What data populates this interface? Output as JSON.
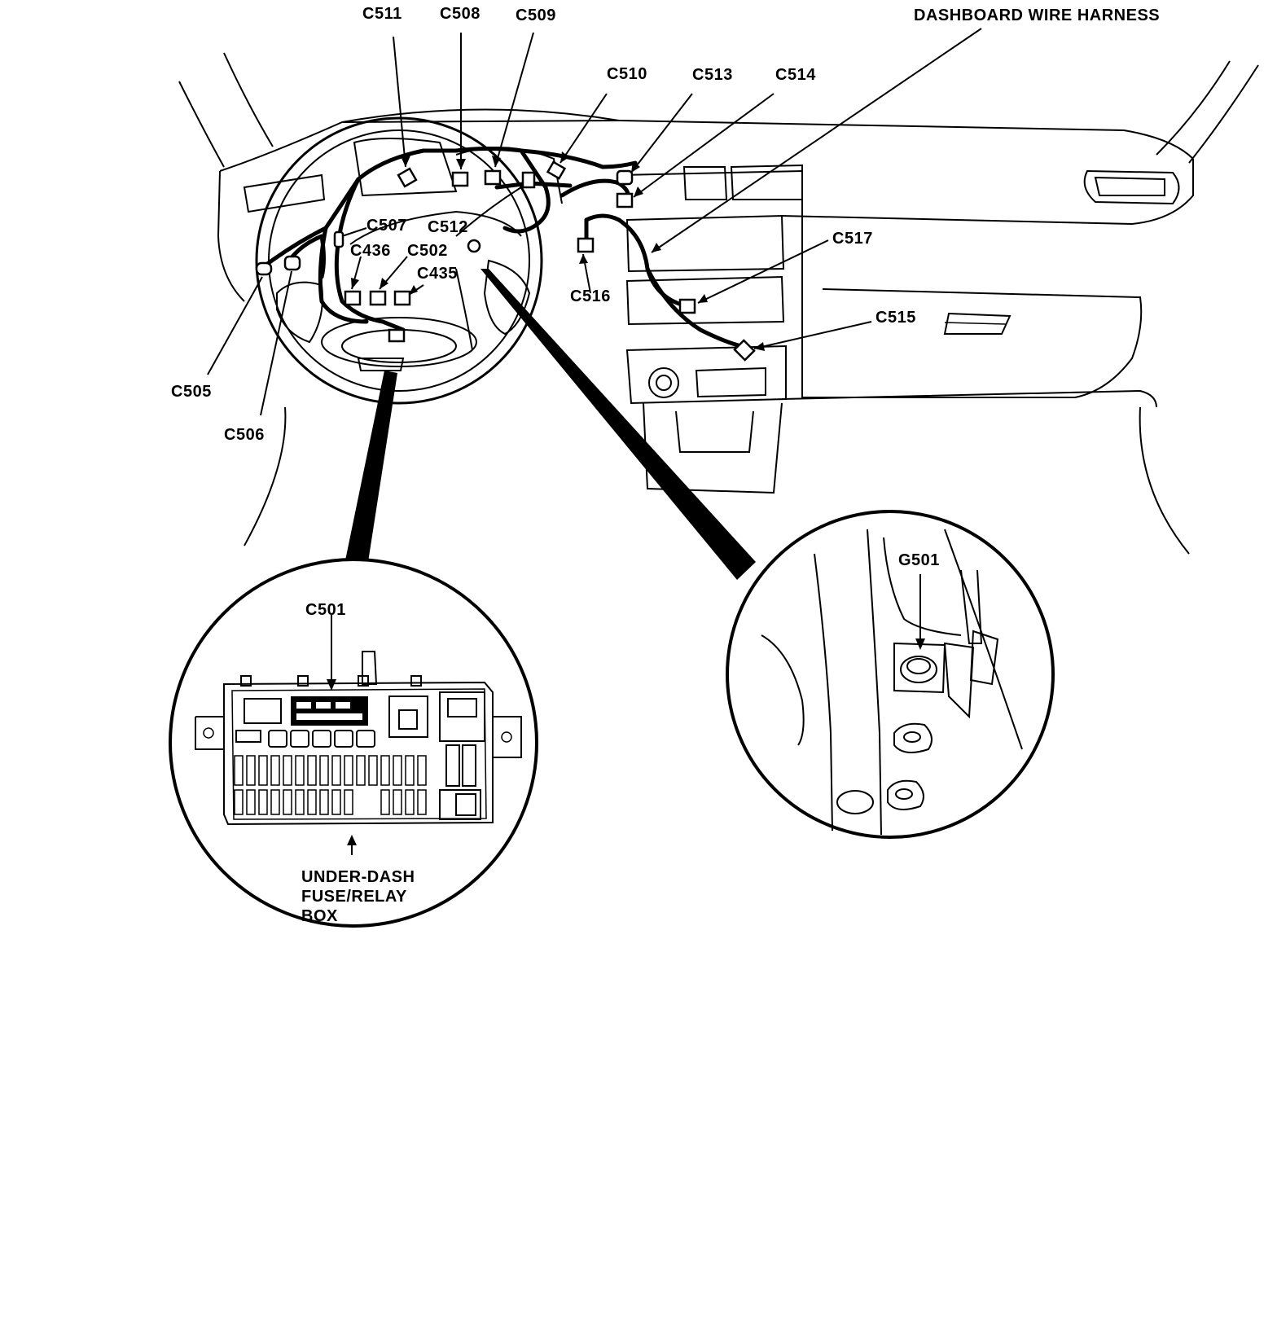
{
  "diagram": {
    "harness_label": "DASHBOARD WIRE HARNESS",
    "connectors": {
      "c511": "C511",
      "c508": "C508",
      "c509": "C509",
      "c510": "C510",
      "c513": "C513",
      "c514": "C514",
      "c507": "C507",
      "c512": "C512",
      "c436": "C436",
      "c502": "C502",
      "c435": "C435",
      "c517": "C517",
      "c516": "C516",
      "c515": "C515",
      "c505": "C505",
      "c506": "C506"
    },
    "fuse_box_inset": {
      "connector": "C501",
      "caption_line1": "UNDER-DASH",
      "caption_line2": "FUSE/RELAY",
      "caption_line3": "BOX"
    },
    "ground_inset": {
      "ground": "G501"
    }
  }
}
